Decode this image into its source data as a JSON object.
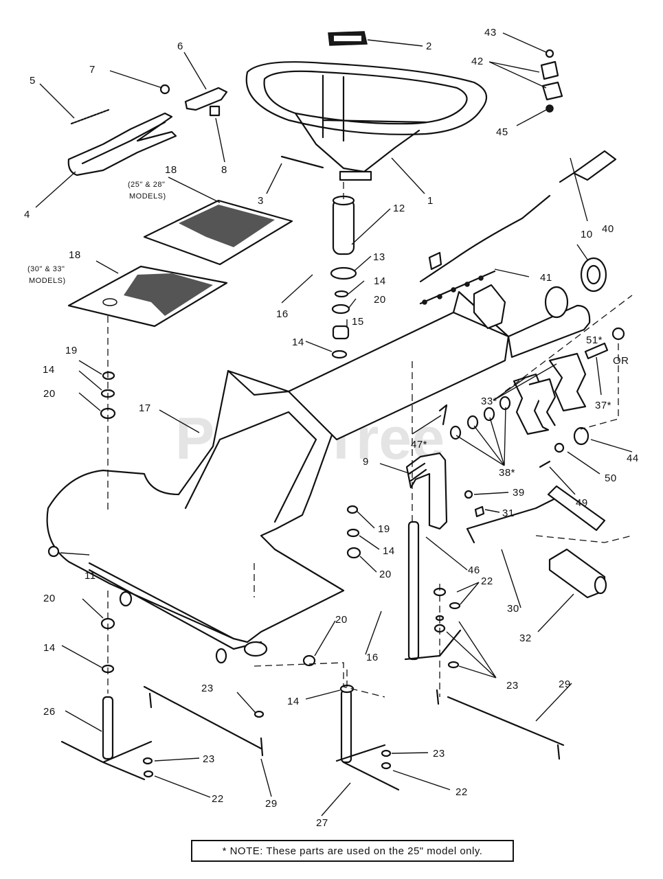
{
  "watermark": "PartsTree",
  "note": "* NOTE: These parts are used on the 25\" model only.",
  "callouts": {
    "c1": "1",
    "c2": "2",
    "c3": "3",
    "c4": "4",
    "c5": "5",
    "c6": "6",
    "c7": "7",
    "c8": "8",
    "c9": "9",
    "c10": "10",
    "c11": "11",
    "c12": "12",
    "c13": "13",
    "c14a": "14",
    "c14b": "14",
    "c14c": "14",
    "c14d": "14",
    "c14e": "14",
    "c14f": "14",
    "c15": "15",
    "c16a": "16",
    "c16b": "16",
    "c17": "17",
    "c18a": "18",
    "c18b": "18",
    "c19a": "19",
    "c19b": "19",
    "c20a": "20",
    "c20b": "20",
    "c20c": "20",
    "c20d": "20",
    "c20e": "20",
    "c22a": "22",
    "c22b": "22",
    "c22c": "22",
    "c23a": "23",
    "c23b": "23",
    "c23c": "23",
    "c23d": "23",
    "c26": "26",
    "c27": "27",
    "c29a": "29",
    "c29b": "29",
    "c30": "30",
    "c31": "31",
    "c32": "32",
    "c33": "33*",
    "c37": "37*",
    "c38": "38*",
    "c39": "39",
    "c40": "40",
    "c41": "41",
    "c42": "42",
    "c43": "43",
    "c44": "44",
    "c45": "45",
    "c46": "46",
    "c47": "47*",
    "c49": "49",
    "c50": "50",
    "c51": "51*",
    "or": "OR"
  },
  "model_notes": {
    "m25_28_l1": "(25\" & 28\"",
    "m25_28_l2": "MODELS)",
    "m30_33_l1": "(30\" & 33\"",
    "m30_33_l2": "MODELS)"
  }
}
